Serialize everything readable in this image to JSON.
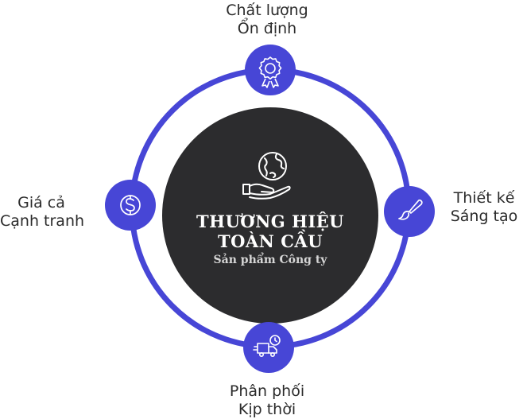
{
  "center": {
    "title_line1": "THƯƠNG HIỆU",
    "title_line2": "TOÀN CẦU",
    "subtitle": "Sản phẩm Công ty",
    "icon": "globe-hand-icon"
  },
  "nodes": [
    {
      "id": "top",
      "line1": "Chất lượng",
      "line2": "Ổn định",
      "icon": "award-ribbon-icon"
    },
    {
      "id": "right",
      "line1": "Thiết kế",
      "line2": "Sáng tạo",
      "icon": "paintbrush-icon"
    },
    {
      "id": "left",
      "line1": "Giá cả",
      "line2": "Cạnh tranh",
      "icon": "dollar-coin-icon"
    },
    {
      "id": "bottom",
      "line1": "Phân phối",
      "line2": "Kịp thời",
      "icon": "delivery-truck-icon"
    }
  ],
  "colors": {
    "ring": "#4746d6",
    "node": "#4746d6",
    "center": "#2c2c2e",
    "icon": "#ffffff",
    "label": "#2b2b2b"
  }
}
